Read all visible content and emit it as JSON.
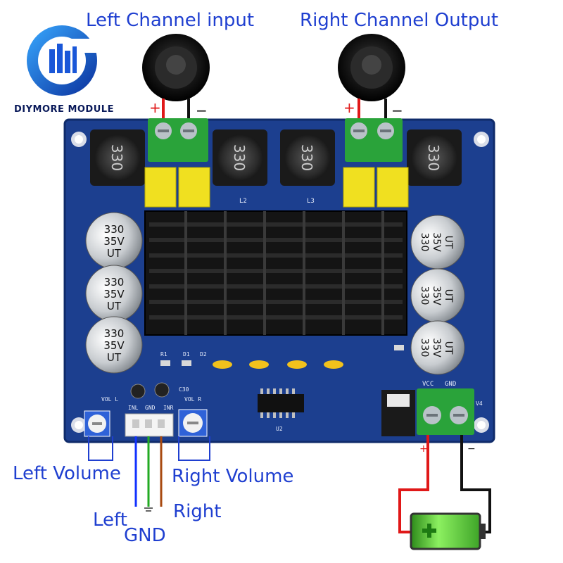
{
  "brand": {
    "name": "DIYMORE MODULE",
    "logo_icon": "diymore-logo-icon"
  },
  "labels": {
    "left_channel_input": "Left Channel input",
    "right_channel_output": "Right Channel Output",
    "left_volume": "Left Volume",
    "right_volume": "Right Volume",
    "left": "Left",
    "gnd": "GND",
    "right": "Right"
  },
  "polarity": {
    "plus": "+",
    "minus": "−"
  },
  "board": {
    "inductor_marking": "330",
    "capacitor_marking": [
      "330",
      "35V",
      "UT"
    ],
    "silkscreen": {
      "vol_l": "VOL L",
      "vol_r": "VOL R",
      "inl": "INL",
      "gnd": "GND",
      "inr": "INR",
      "vcc": "VCC",
      "gnd2": "GND",
      "c30": "C30",
      "u2": "U2",
      "l2": "L2",
      "l3": "L3",
      "r1": "R1",
      "d1": "D1",
      "d2": "D2",
      "v4": "V4"
    }
  },
  "colors": {
    "pcb": "#1c3f8f",
    "terminal": "#2aa33a",
    "capacitor_yellow": "#f0e020",
    "wire_red": "#e01818",
    "wire_black": "#111111",
    "wire_blue": "#1030ff",
    "wire_green": "#22aa22",
    "wire_brown": "#a84a10",
    "label_blue": "#1f3fd0",
    "battery_green": "#6ee04a"
  }
}
